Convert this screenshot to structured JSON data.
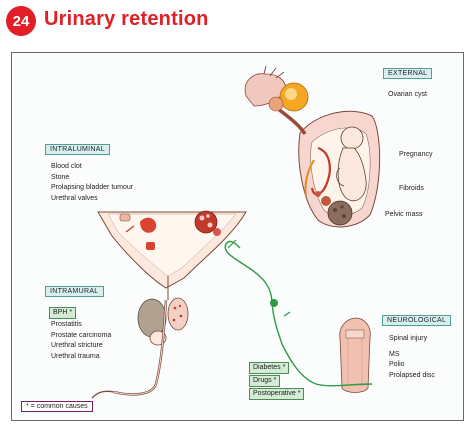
{
  "header": {
    "number": "24",
    "title": "Urinary retention"
  },
  "sections": {
    "intraluminal": {
      "label": "INTRALUMINAL",
      "items": [
        "Blood clot",
        "Stone",
        "Prolapsing bladder tumour",
        "Urethral valves"
      ]
    },
    "intramural": {
      "label": "INTRAMURAL",
      "bph": "BPH *",
      "items": [
        "Prostatitis",
        "Prostate carcinoma",
        "Urethral stricture",
        "Urethral trauma"
      ]
    },
    "external": {
      "label": "EXTERNAL",
      "ovarian_cyst": "Ovarian cyst",
      "pregnancy": "Pregnancy",
      "fibroids": "Fibroids",
      "pelvic_mass": "Pelvic mass"
    },
    "neurological": {
      "label": "NEUROLOGICAL",
      "items": [
        "Spinal injury",
        "MS",
        "Polio",
        "Prolapsed disc"
      ]
    }
  },
  "common_causes": [
    "Diabetes *",
    "Drugs *",
    "Postoperative *"
  ],
  "key": "* = common causes",
  "colors": {
    "accent": "#e01f26",
    "label_bg": "#d8efec",
    "green_box": "#d4ecd5",
    "nerve": "#2d9a45"
  }
}
